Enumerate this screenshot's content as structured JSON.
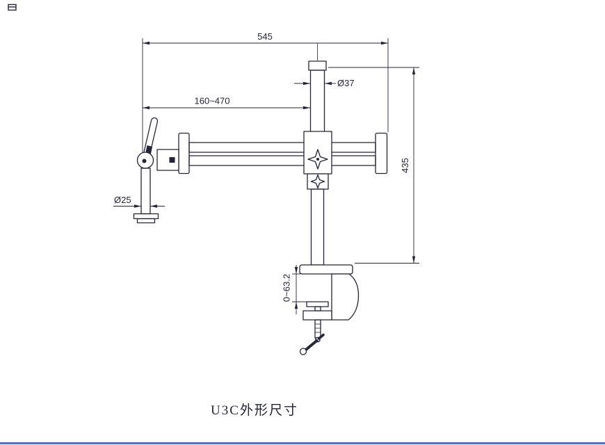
{
  "drawing": {
    "title": "U3C外形尺寸",
    "dimensions": {
      "overall_width": "545",
      "column_diameter": "Ø37",
      "horizontal_travel": "160~470",
      "overall_height": "435",
      "pole_diameter": "Ø25",
      "clamp_opening": "0~63.2"
    }
  },
  "colors": {
    "line": "#23233a",
    "background": "#ffffff",
    "bottom_bar": "#4472d9"
  }
}
